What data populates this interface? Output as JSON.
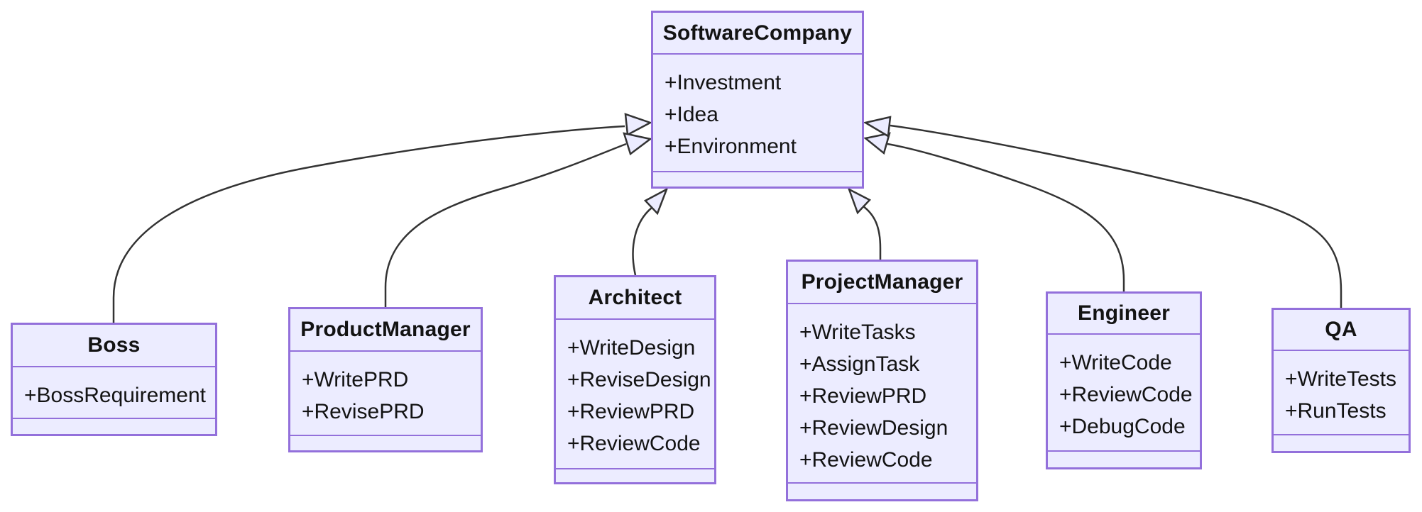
{
  "diagram": {
    "kind": "uml-class-diagram",
    "colors": {
      "box_fill": "#ECECFF",
      "box_border": "#9370DB",
      "edge_line": "#333333",
      "text": "#131313",
      "background": "#FFFFFF"
    },
    "classes": {
      "software_company": {
        "name": "SoftwareCompany",
        "members": [
          "+Investment",
          "+Idea",
          "+Environment"
        ]
      },
      "boss": {
        "name": "Boss",
        "members": [
          "+BossRequirement"
        ]
      },
      "product_manager": {
        "name": "ProductManager",
        "members": [
          "+WritePRD",
          "+RevisePRD"
        ]
      },
      "architect": {
        "name": "Architect",
        "members": [
          "+WriteDesign",
          "+ReviseDesign",
          "+ReviewPRD",
          "+ReviewCode"
        ]
      },
      "project_manager": {
        "name": "ProjectManager",
        "members": [
          "+WriteTasks",
          "+AssignTask",
          "+ReviewPRD",
          "+ReviewDesign",
          "+ReviewCode"
        ]
      },
      "engineer": {
        "name": "Engineer",
        "members": [
          "+WriteCode",
          "+ReviewCode",
          "+DebugCode"
        ]
      },
      "qa": {
        "name": "QA",
        "members": [
          "+WriteTests",
          "+RunTests"
        ]
      }
    },
    "relations": [
      {
        "from": "Boss",
        "to": "SoftwareCompany",
        "type": "inheritance"
      },
      {
        "from": "ProductManager",
        "to": "SoftwareCompany",
        "type": "inheritance"
      },
      {
        "from": "Architect",
        "to": "SoftwareCompany",
        "type": "inheritance"
      },
      {
        "from": "ProjectManager",
        "to": "SoftwareCompany",
        "type": "inheritance"
      },
      {
        "from": "Engineer",
        "to": "SoftwareCompany",
        "type": "inheritance"
      },
      {
        "from": "QA",
        "to": "SoftwareCompany",
        "type": "inheritance"
      }
    ]
  }
}
